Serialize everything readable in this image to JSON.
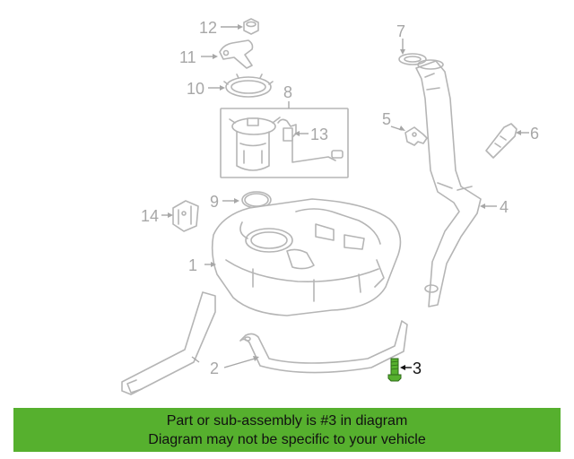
{
  "diagram": {
    "callouts": [
      "1",
      "2",
      "3",
      "4",
      "5",
      "6",
      "7",
      "8",
      "9",
      "10",
      "11",
      "12",
      "13",
      "14"
    ],
    "highlighted_part": "3",
    "highlight_color": "#56b02e"
  },
  "banner": {
    "line1": "Part or sub-assembly is #3 in diagram",
    "line2": "Diagram may not be specific to your vehicle",
    "background": "#56b02e"
  }
}
